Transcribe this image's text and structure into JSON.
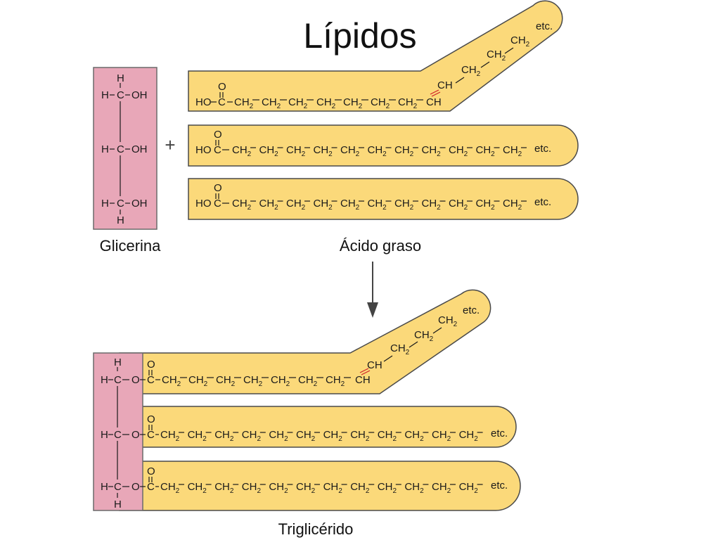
{
  "title": "Lípidos",
  "labels": {
    "glycerol": "Glicerina",
    "fatty_acid": "Ácido graso",
    "triglyceride": "Triglicérido",
    "plus": "+"
  },
  "atoms": {
    "H": "H",
    "C": "C",
    "O": "O",
    "OH": "OH",
    "HO": "HO",
    "CH": "CH",
    "CH2_main": "CH",
    "CH2_sub": "2",
    "etc": "etc."
  }
}
